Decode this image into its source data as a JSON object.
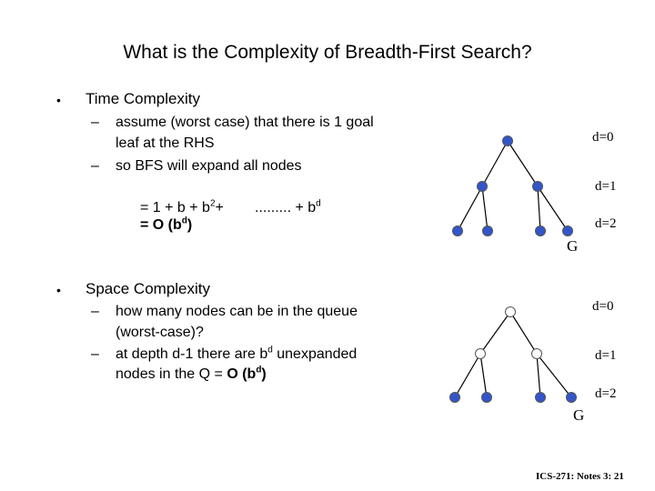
{
  "title": "What is the Complexity of Breadth-First Search?",
  "bullet_char": "•",
  "time": {
    "heading": "Time Complexity",
    "dash": "–",
    "sub1_line1": "assume (worst case) that there is 1 goal",
    "sub1_line2": "leaf at the RHS",
    "sub2": "so BFS will expand all nodes",
    "formula1_a": "= 1 + b + b",
    "formula1_exp": "2",
    "formula1_b": "+",
    "formula1_c": "......... + b",
    "formula1_exp2": "d",
    "formula2_a": "= O (b",
    "formula2_exp": "d",
    "formula2_b": ")"
  },
  "space": {
    "heading": "Space Complexity",
    "dash": "–",
    "sub1_line1": "how many nodes can be in the queue",
    "sub1_line2": "(worst-case)?",
    "sub2_a": "at depth d-1  there are b",
    "sub2_exp": "d",
    "sub2_b": " unexpanded",
    "sub2_line2_a": "nodes in the Q  = ",
    "sub2_line2_b": "O (b",
    "sub2_line2_exp": "d",
    "sub2_line2_c": ")"
  },
  "tree1": {
    "labels": [
      "d=0",
      "d=1",
      "d=2"
    ],
    "goal": "G"
  },
  "tree2": {
    "labels": [
      "d=0",
      "d=1",
      "d=2"
    ],
    "goal": "G"
  },
  "colors": {
    "filled_node": "#3355cc",
    "node_stroke": "#555555",
    "open_node": "#ffffff"
  },
  "footer": "ICS-271: Notes 3: 21"
}
